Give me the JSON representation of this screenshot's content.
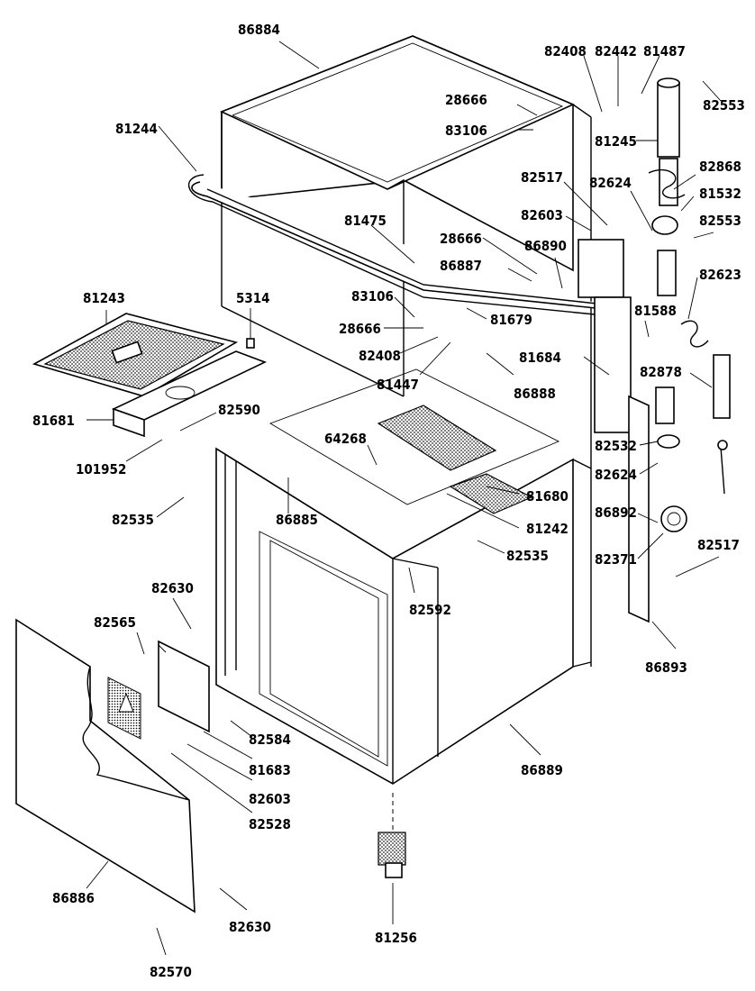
{
  "labels": {
    "l86884": "86884",
    "l82408a": "82408",
    "l82442": "82442",
    "l81487": "81487",
    "l82553a": "82553",
    "l28666a": "28666",
    "l83106a": "83106",
    "l81244": "81244",
    "l81245": "81245",
    "l82868": "82868",
    "l82517a": "82517",
    "l82624a": "82624",
    "l81532": "81532",
    "l82603a": "82603",
    "l82553b": "82553",
    "l81475": "81475",
    "l28666b": "28666",
    "l86890": "86890",
    "l86887": "86887",
    "l82623": "82623",
    "l81243": "81243",
    "l5314": "5314",
    "l83106b": "83106",
    "l81679": "81679",
    "l28666c": "28666",
    "l81588": "81588",
    "l82408b": "82408",
    "l82878": "82878",
    "l81684": "81684",
    "l81447": "81447",
    "l86888": "86888",
    "l81681": "81681",
    "l82590": "82590",
    "l64268": "64268",
    "l82532": "82532",
    "l101952": "101952",
    "l82624b": "82624",
    "l81680": "81680",
    "l82535a": "82535",
    "l86885": "86885",
    "l81242": "81242",
    "l86892": "86892",
    "l82535b": "82535",
    "l82371": "82371",
    "l82517b": "82517",
    "l82592": "82592",
    "l82630a": "82630",
    "l82565": "82565",
    "l86893": "86893",
    "l82584": "82584",
    "l81683": "81683",
    "l86889": "86889",
    "l82603b": "82603",
    "l82528": "82528",
    "l86886": "86886",
    "l82630b": "82630",
    "l81256": "81256",
    "l82570": "82570"
  }
}
